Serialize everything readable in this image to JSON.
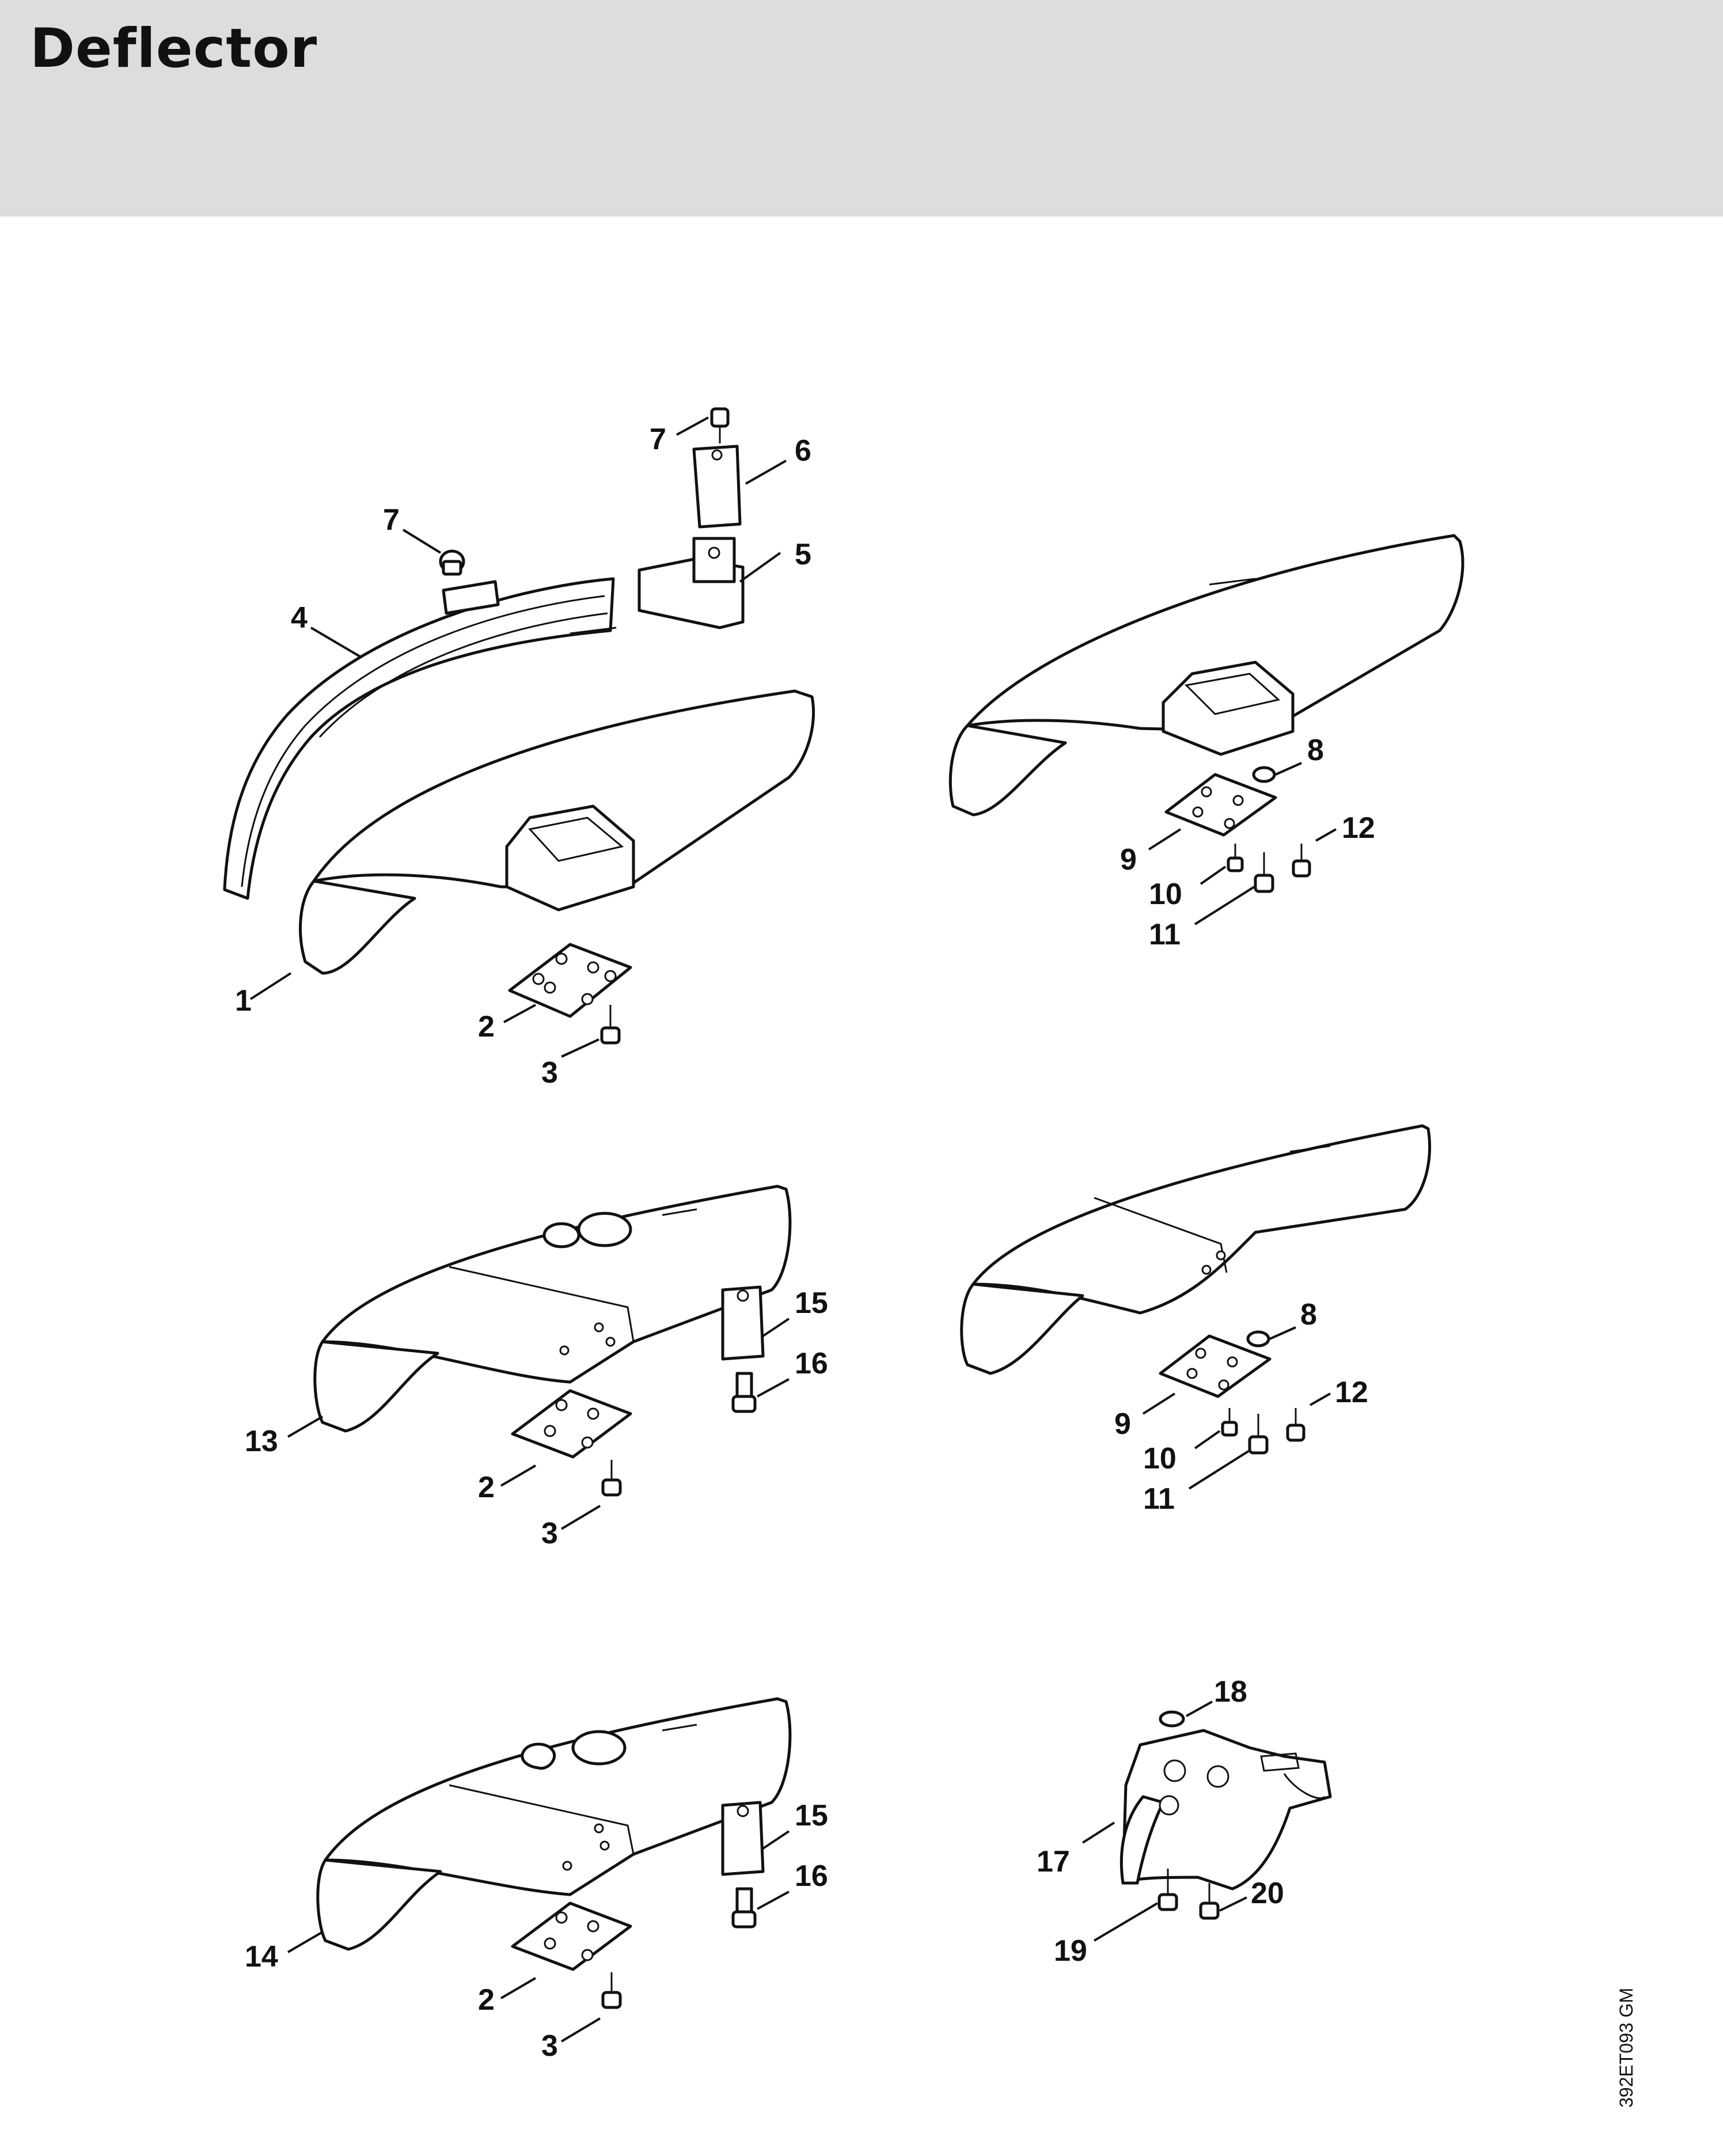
{
  "title": "Deflector",
  "drawing_code": "392ET093 GM",
  "callouts": {
    "a1": "1",
    "a2": "2",
    "a3": "3",
    "a4": "4",
    "a5": "5",
    "a6": "6",
    "a7a": "7",
    "a7b": "7",
    "b8": "8",
    "b9": "9",
    "b10": "10",
    "b11": "11",
    "b12": "12",
    "c13": "13",
    "c2": "2",
    "c3": "3",
    "c15": "15",
    "c16": "16",
    "d8": "8",
    "d9": "9",
    "d10": "10",
    "d11": "11",
    "d12": "12",
    "e14": "14",
    "e2": "2",
    "e3": "3",
    "e15": "15",
    "e16": "16",
    "f17": "17",
    "f18": "18",
    "f19": "19",
    "f20": "20"
  }
}
